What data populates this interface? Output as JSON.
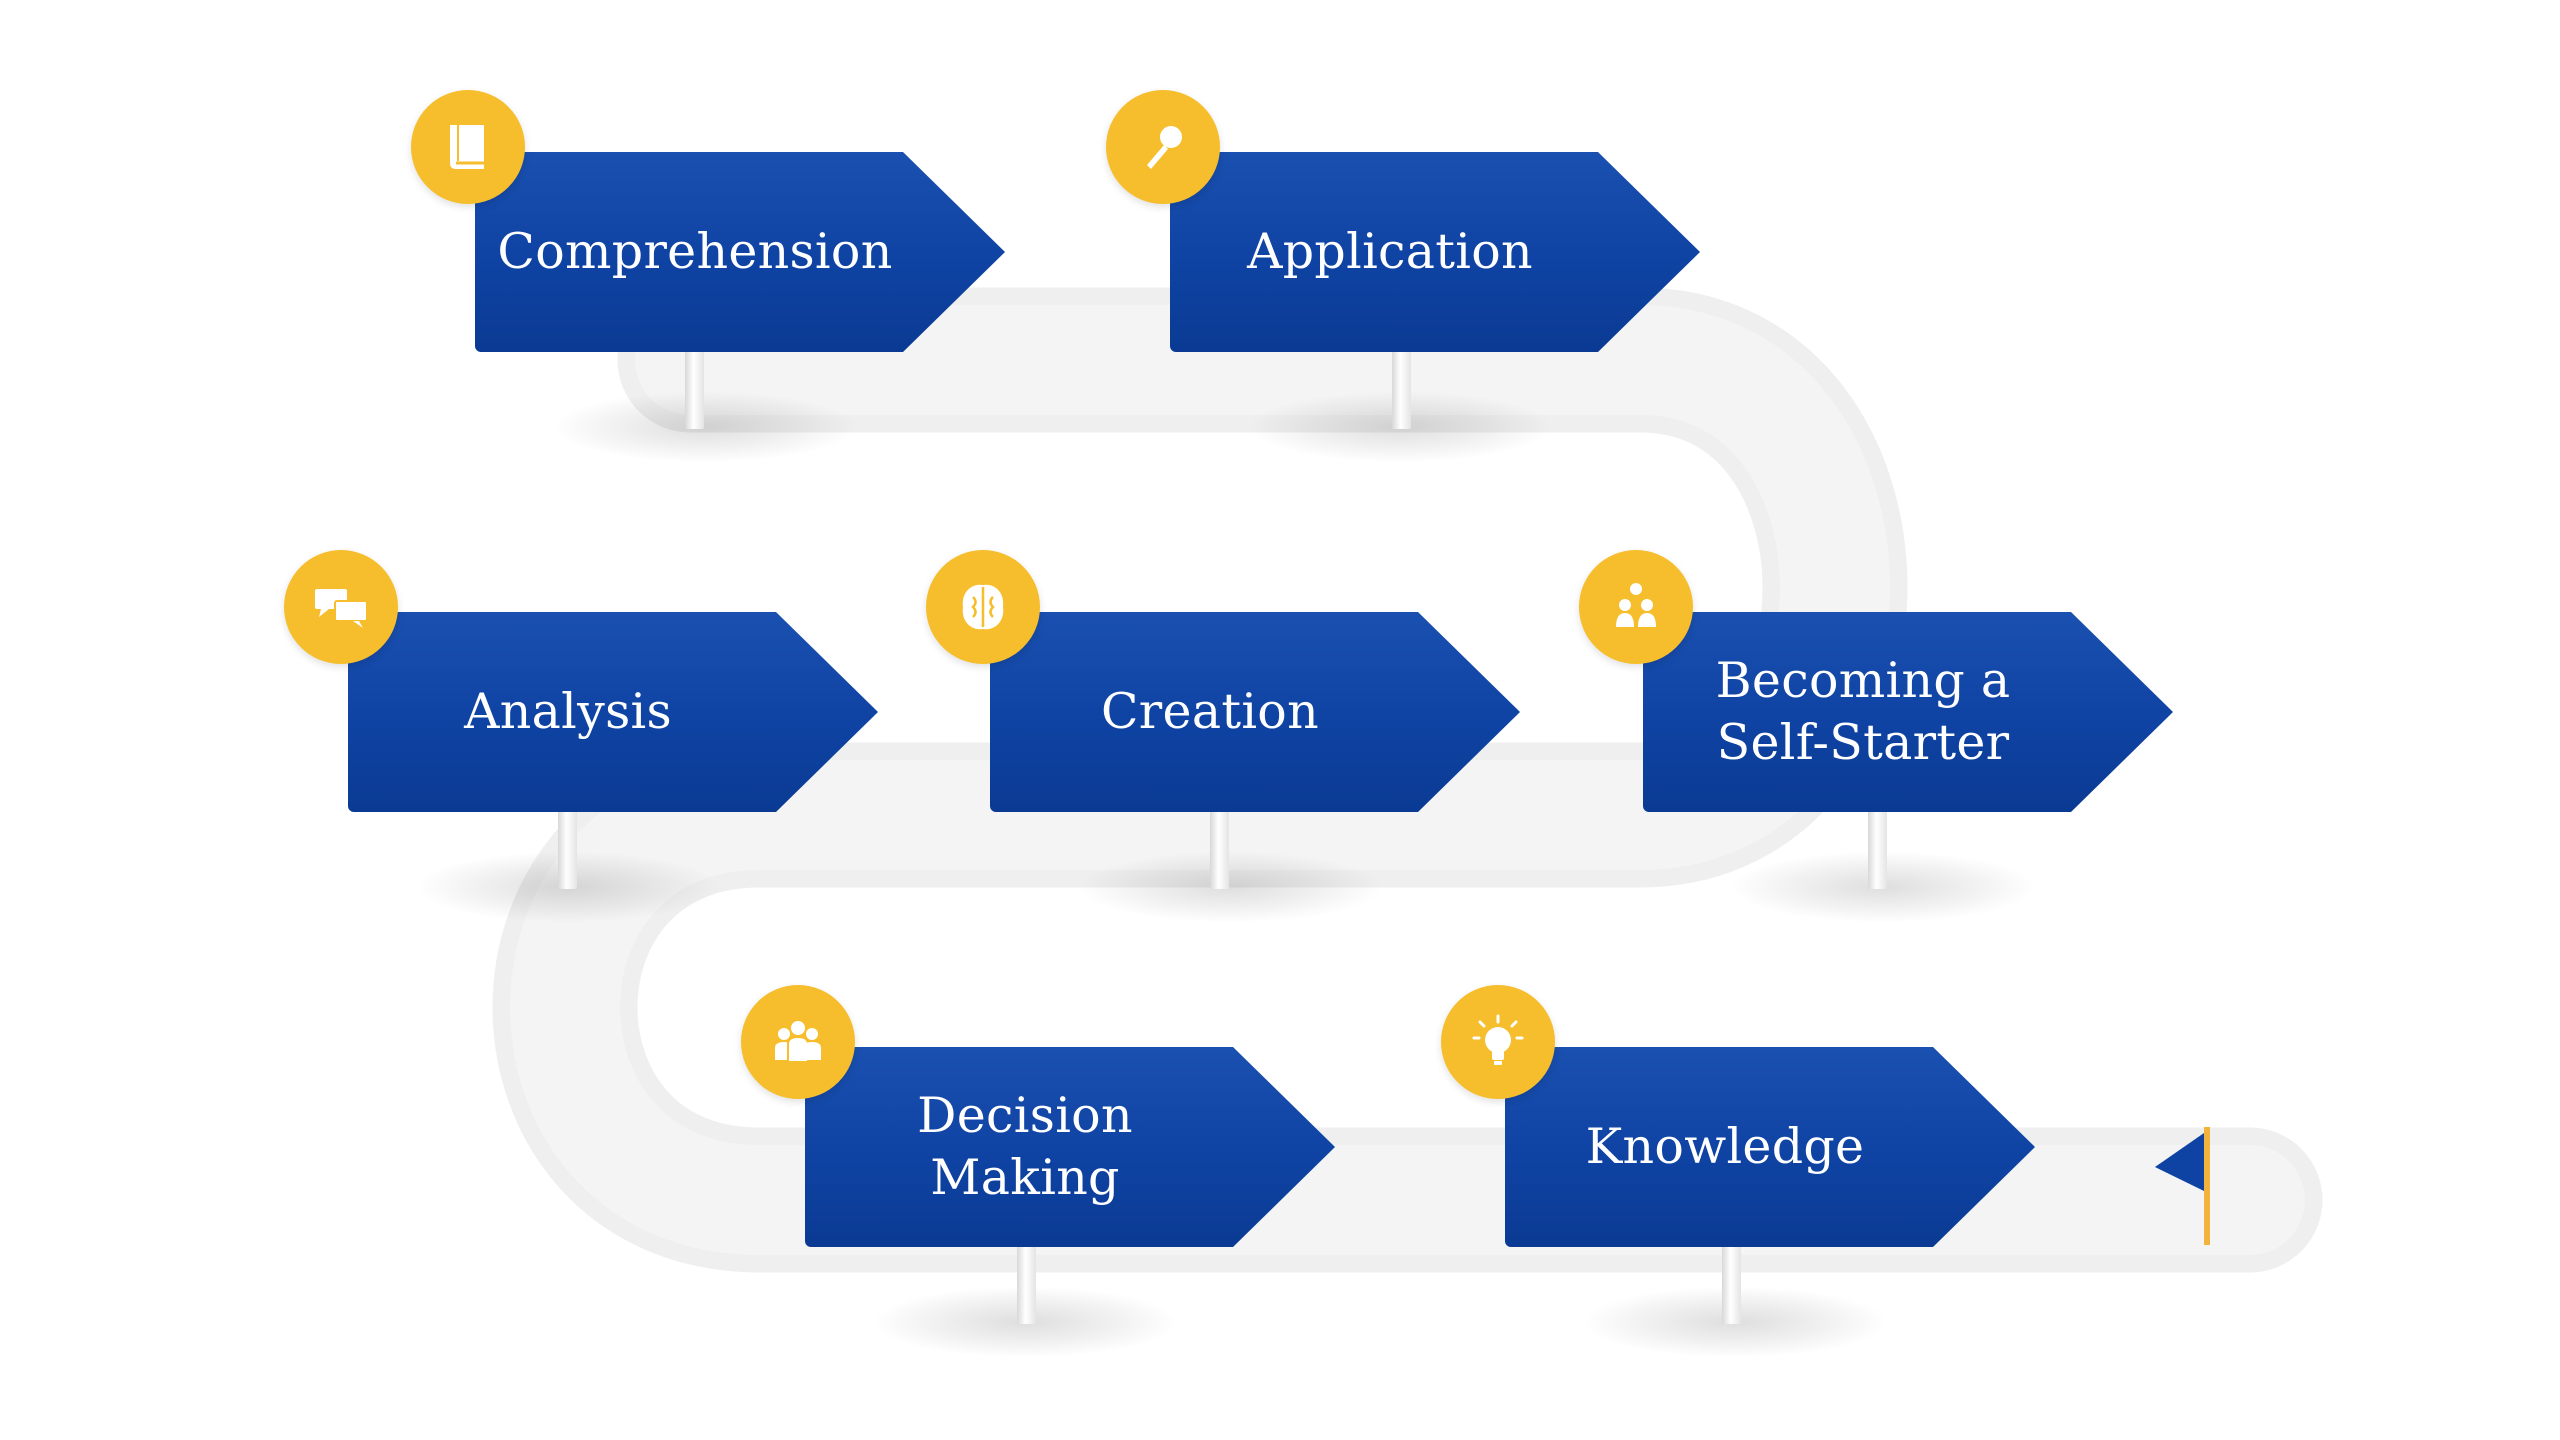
{
  "colors": {
    "sign_blue": "#0f43a3",
    "badge_yellow": "#f6be2c",
    "road_gray": "#eeeeee",
    "flag_pole": "#f2b33d"
  },
  "steps": [
    {
      "lines": [
        "Comprehension"
      ],
      "icon": "book-icon"
    },
    {
      "lines": [
        "Application"
      ],
      "icon": "microphone-icon"
    },
    {
      "lines": [
        "Analysis"
      ],
      "icon": "speech-bubbles-icon"
    },
    {
      "lines": [
        "Creation"
      ],
      "icon": "brain-icon"
    },
    {
      "lines": [
        "Becoming a",
        "Self-Starter"
      ],
      "icon": "people-group-icon"
    },
    {
      "lines": [
        "Decision",
        "Making"
      ],
      "icon": "team-icon"
    },
    {
      "lines": [
        "Knowledge"
      ],
      "icon": "lightbulb-icon"
    }
  ],
  "end_marker": "flag-icon"
}
